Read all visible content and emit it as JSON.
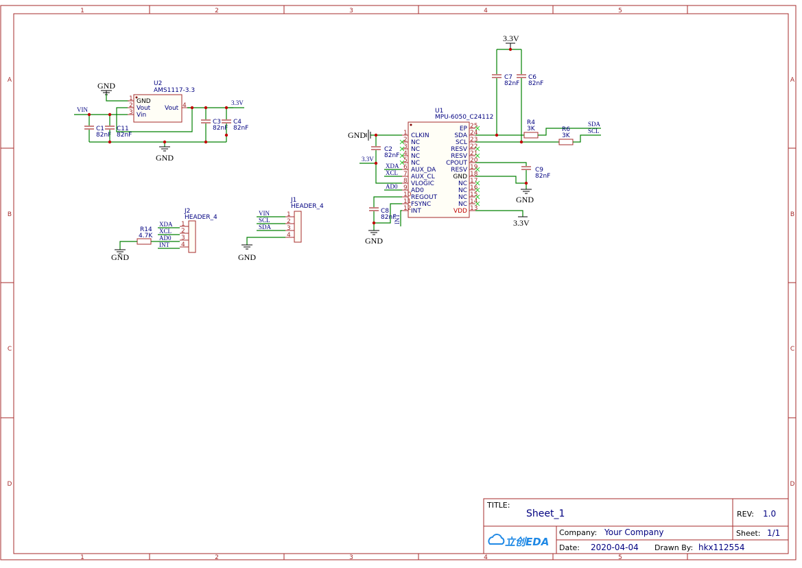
{
  "border": {
    "columns": [
      "1",
      "2",
      "3",
      "4",
      "5"
    ],
    "rows": [
      "A",
      "B",
      "C",
      "D"
    ]
  },
  "u2": {
    "ref": "U2",
    "part": "AMS1117-3.3",
    "pin_numbers": [
      "1",
      "2",
      "3",
      "4"
    ],
    "pin_names": [
      "GND",
      "Vout",
      "Vin",
      "Vout"
    ]
  },
  "u1": {
    "ref": "U1",
    "part": "MPU-6050_C24112",
    "left_pins": [
      {
        "num": "1",
        "name": "CLKIN"
      },
      {
        "num": "2",
        "name": "NC"
      },
      {
        "num": "3",
        "name": "NC"
      },
      {
        "num": "4",
        "name": "NC"
      },
      {
        "num": "5",
        "name": "NC"
      },
      {
        "num": "6",
        "name": "AUX_DA"
      },
      {
        "num": "7",
        "name": "AUX_CL"
      },
      {
        "num": "8",
        "name": "VLOGIC"
      },
      {
        "num": "9",
        "name": "AD0"
      },
      {
        "num": "10",
        "name": "REGOUT"
      },
      {
        "num": "11",
        "name": "FSYNC"
      },
      {
        "num": "12",
        "name": "INT"
      }
    ],
    "right_pins": [
      {
        "num": "25",
        "name": "EP"
      },
      {
        "num": "24",
        "name": "SDA"
      },
      {
        "num": "23",
        "name": "SCL"
      },
      {
        "num": "22",
        "name": "RESV"
      },
      {
        "num": "21",
        "name": "RESV"
      },
      {
        "num": "20",
        "name": "CPOUT"
      },
      {
        "num": "19",
        "name": "RESV"
      },
      {
        "num": "18",
        "name": "GND"
      },
      {
        "num": "17",
        "name": "NC"
      },
      {
        "num": "16",
        "name": "NC"
      },
      {
        "num": "15",
        "name": "NC"
      },
      {
        "num": "14",
        "name": "NC"
      },
      {
        "num": "13",
        "name": "VDD"
      }
    ]
  },
  "j2": {
    "ref": "J2",
    "part": "HEADER_4",
    "pins": [
      "1",
      "2",
      "3",
      "4"
    ],
    "nets": [
      "XDA",
      "XCL",
      "AD0",
      "INT"
    ]
  },
  "j1": {
    "ref": "J1",
    "part": "HEADER_4",
    "pins": [
      "1",
      "2",
      "3",
      "4"
    ],
    "nets": [
      "VIN",
      "SCL",
      "SDA"
    ]
  },
  "caps": {
    "c1": {
      "ref": "C1",
      "value": "82nF"
    },
    "c11": {
      "ref": "C11",
      "value": "82nF"
    },
    "c3": {
      "ref": "C3",
      "value": "82nF"
    },
    "c4": {
      "ref": "C4",
      "value": "82nF"
    },
    "c2": {
      "ref": "C2",
      "value": "82nF"
    },
    "c7": {
      "ref": "C7",
      "value": "82nF"
    },
    "c6": {
      "ref": "C6",
      "value": "82nF"
    },
    "c9": {
      "ref": "C9",
      "value": "82nF"
    },
    "c8": {
      "ref": "C8",
      "value": "82nF"
    }
  },
  "resistors": {
    "r4": {
      "ref": "R4",
      "value": "3K"
    },
    "r6": {
      "ref": "R6",
      "value": "3K"
    },
    "r14": {
      "ref": "R14",
      "value": "4.7K"
    }
  },
  "nets": {
    "gnd": "GND",
    "v33": "3.3V",
    "vin": "VIN",
    "sda": "SDA",
    "scl": "SCL",
    "xda": "XDA",
    "xcl": "XCL",
    "ad0": "AD0",
    "int": "INT"
  },
  "title_block": {
    "title_label": "TITLE:",
    "title": "Sheet_1",
    "rev_label": "REV:",
    "rev": "1.0",
    "company_label": "Company:",
    "company": "Your Company",
    "sheet_label": "Sheet:",
    "sheet": "1/1",
    "date_label": "Date:",
    "date": "2020-04-04",
    "drawn_label": "Drawn By:",
    "drawn_by": "hkx112554",
    "logo_text": "立创EDA"
  }
}
